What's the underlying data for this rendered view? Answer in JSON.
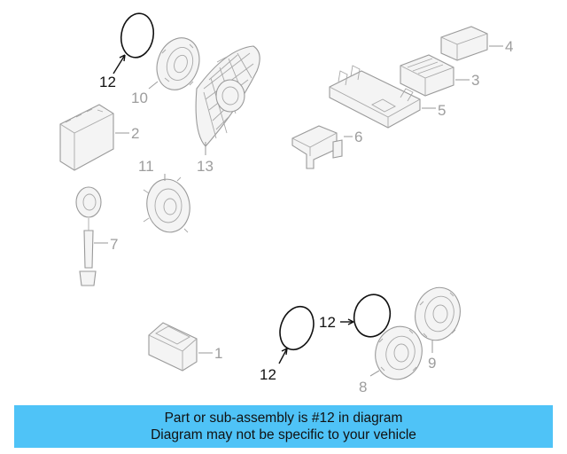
{
  "diagram": {
    "callouts": {
      "c1": "1",
      "c2": "2",
      "c3": "3",
      "c4": "4",
      "c5": "5",
      "c6": "6",
      "c7": "7",
      "c8": "8",
      "c9": "9",
      "c10": "10",
      "c11": "11",
      "c12_top": "12",
      "c12_bottom_left": "12",
      "c12_bottom_right": "12",
      "c13": "13"
    }
  },
  "banner": {
    "line1": "Part or sub-assembly is #12 in diagram",
    "line2": "Diagram may not be specific to your vehicle"
  },
  "colors": {
    "highlight": "#111111",
    "parts": "#9a9a9a",
    "banner": "#4fc3f7"
  }
}
